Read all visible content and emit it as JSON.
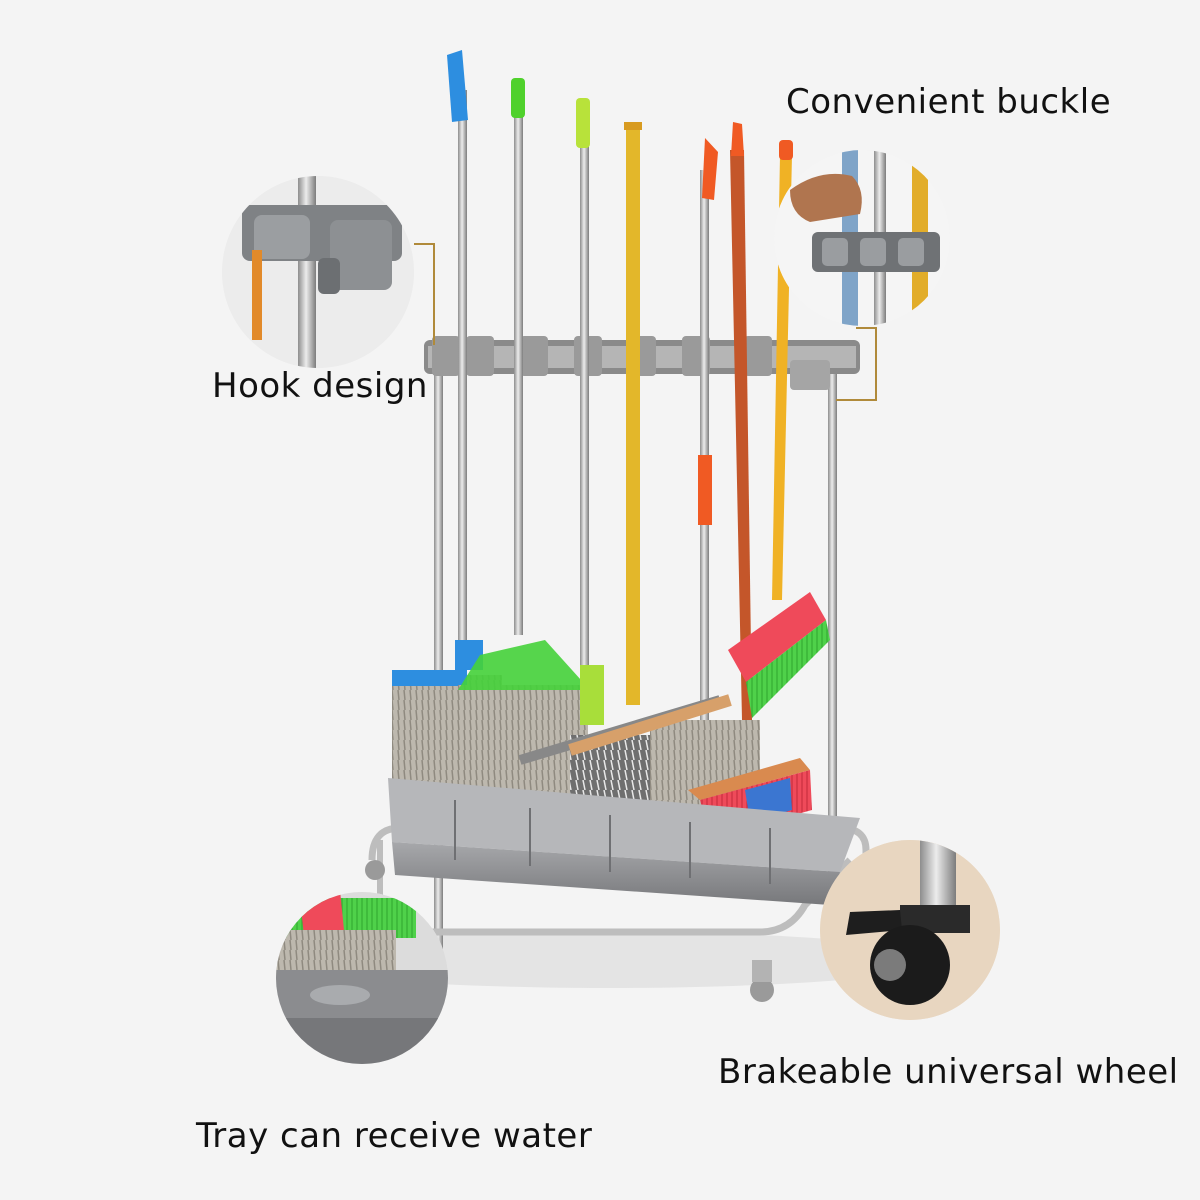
{
  "callouts": {
    "convenient_buckle": "Convenient buckle",
    "hook_design": "Hook design",
    "tray_water": "Tray can receive water",
    "brake_wheel": "Brakeable universal wheel"
  },
  "colors": {
    "background": "#f4f4f4",
    "steel": "#c9c9c9",
    "tray": "#8e8f92",
    "leader_line": "#b08a3a"
  }
}
